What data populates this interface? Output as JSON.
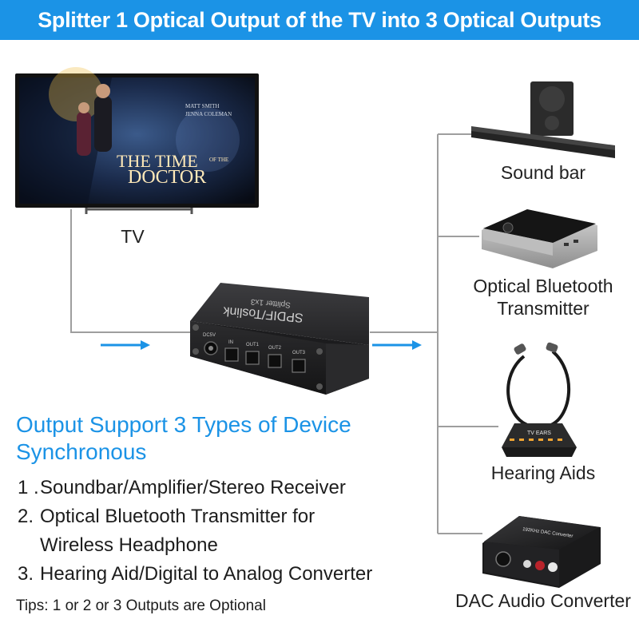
{
  "header": {
    "title": "Splitter 1 Optical Output of the TV into 3 Optical Outputs"
  },
  "tv": {
    "label": "TV",
    "poster": {
      "title_line1": "THE TIME",
      "title_of": "OF THE",
      "title_line2": "DOCTOR",
      "actor1": "MATT SMITH",
      "actor2": "JENNA COLEMAN"
    }
  },
  "splitter": {
    "brand": "SPDIF/Toslink",
    "model": "Splitter 1x3",
    "ports": [
      "DC5V",
      "IN",
      "OUT1",
      "OUT2",
      "OUT3"
    ]
  },
  "devices": [
    {
      "label": "Sound bar",
      "icon": "soundbar-icon"
    },
    {
      "label_line1": "Optical Bluetooth",
      "label_line2": "Transmitter",
      "icon": "bluetooth-transmitter-icon"
    },
    {
      "label": "Hearing Aids",
      "icon": "hearing-aids-icon",
      "badge": "TV EARS"
    },
    {
      "label": "DAC Audio Converter",
      "icon": "dac-converter-icon",
      "badge": "192KHz DAC Converter"
    }
  ],
  "features": {
    "heading_line1": "Output Support 3 Types of Device",
    "heading_line2": "Synchronous",
    "items": [
      {
        "num": "1 .",
        "text": "Soundbar/Amplifier/Stereo Receiver"
      },
      {
        "num": "2.",
        "text_line1": "Optical Bluetooth Transmitter for",
        "text_line2": "Wireless Headphone"
      },
      {
        "num": "3.",
        "text": "Hearing Aid/Digital to Analog Converter"
      }
    ],
    "tips": "Tips: 1 or 2 or 3 Outputs are Optional"
  },
  "colors": {
    "accent": "#1b93e6",
    "line": "#9e9e9e",
    "device_dark": "#2b2b2b"
  }
}
